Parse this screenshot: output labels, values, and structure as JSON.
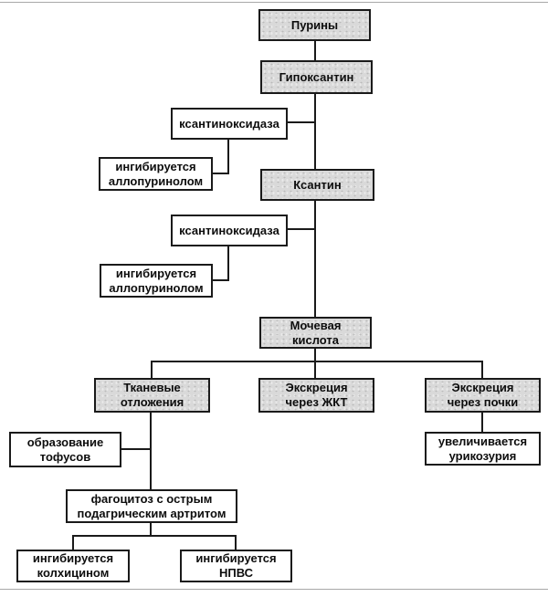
{
  "diagram": {
    "subject": "purine metabolism and uric acid excretion flowchart",
    "nodes": {
      "puriny": {
        "label": "Пурины",
        "style": "shaded"
      },
      "gipoksantin": {
        "label": "Гипоксантин",
        "style": "shaded"
      },
      "ksantinoksidaza1": {
        "label": "ксантиноксидаза",
        "style": "plain"
      },
      "ingib_allopurinolom1": {
        "label": "ингибируется\nаллопуринолом",
        "style": "plain"
      },
      "ksantin": {
        "label": "Ксантин",
        "style": "shaded"
      },
      "ksantinoksidaza2": {
        "label": "ксантиноксидаза",
        "style": "plain"
      },
      "ingib_allopurinolom2": {
        "label": "ингибируется\nаллопуринолом",
        "style": "plain"
      },
      "mochevaya_kislota": {
        "label": "Мочевая\nкислота",
        "style": "shaded"
      },
      "tkanevye_otlozheniya": {
        "label": "Тканевые\nотложения",
        "style": "shaded"
      },
      "ekskretsiya_zhkt": {
        "label": "Экскреция\nчерез ЖКТ",
        "style": "shaded"
      },
      "ekskretsiya_pochki": {
        "label": "Экскреция\nчерез почки",
        "style": "shaded"
      },
      "obrazovanie_tofusov": {
        "label": "образование\nтофусов",
        "style": "plain"
      },
      "uvelich_urikozuriya": {
        "label": "увеличивается\nурикозурия",
        "style": "plain"
      },
      "fagotsitoz": {
        "label": "фагоцитоз с острым\nподагрическим артритом",
        "style": "plain"
      },
      "ingib_kolkhitsinom": {
        "label": "ингибируется\nколхицином",
        "style": "plain"
      },
      "ingib_npvs": {
        "label": "ингибируется\nНПВС",
        "style": "plain"
      }
    },
    "edges": [
      {
        "from": "puriny",
        "to": "gipoksantin"
      },
      {
        "from": "gipoksantin",
        "to": "ksantin"
      },
      {
        "from": "ksantinoksidaza1",
        "to": "gipoksantin-ksantin-arrow"
      },
      {
        "from": "ingib_allopurinolom1",
        "to": "ksantinoksidaza1"
      },
      {
        "from": "ksantin",
        "to": "mochevaya_kislota"
      },
      {
        "from": "ksantinoksidaza2",
        "to": "ksantin-mochevaya-arrow"
      },
      {
        "from": "ingib_allopurinolom2",
        "to": "ksantinoksidaza2"
      },
      {
        "from": "mochevaya_kislota",
        "to": "tkanevye_otlozheniya"
      },
      {
        "from": "mochevaya_kislota",
        "to": "ekskretsiya_zhkt"
      },
      {
        "from": "mochevaya_kislota",
        "to": "ekskretsiya_pochki"
      },
      {
        "from": "obrazovanie_tofusov",
        "to": "tkanevye_otlozheniya"
      },
      {
        "from": "tkanevye_otlozheniya",
        "to": "fagotsitoz"
      },
      {
        "from": "ekskretsiya_pochki",
        "to": "uvelich_urikozuriya"
      },
      {
        "from": "fagotsitoz",
        "to": "ingib_kolkhitsinom"
      },
      {
        "from": "fagotsitoz",
        "to": "ingib_npvs"
      }
    ]
  },
  "colors": {
    "background": "#ffffff",
    "node_fill_shaded": "#d9d9d9",
    "node_fill_plain": "#ffffff",
    "border": "#1a1a1a",
    "connector": "#1a1a1a",
    "edge_rule": "#a8a8a8",
    "text": "#0d0d0d"
  }
}
